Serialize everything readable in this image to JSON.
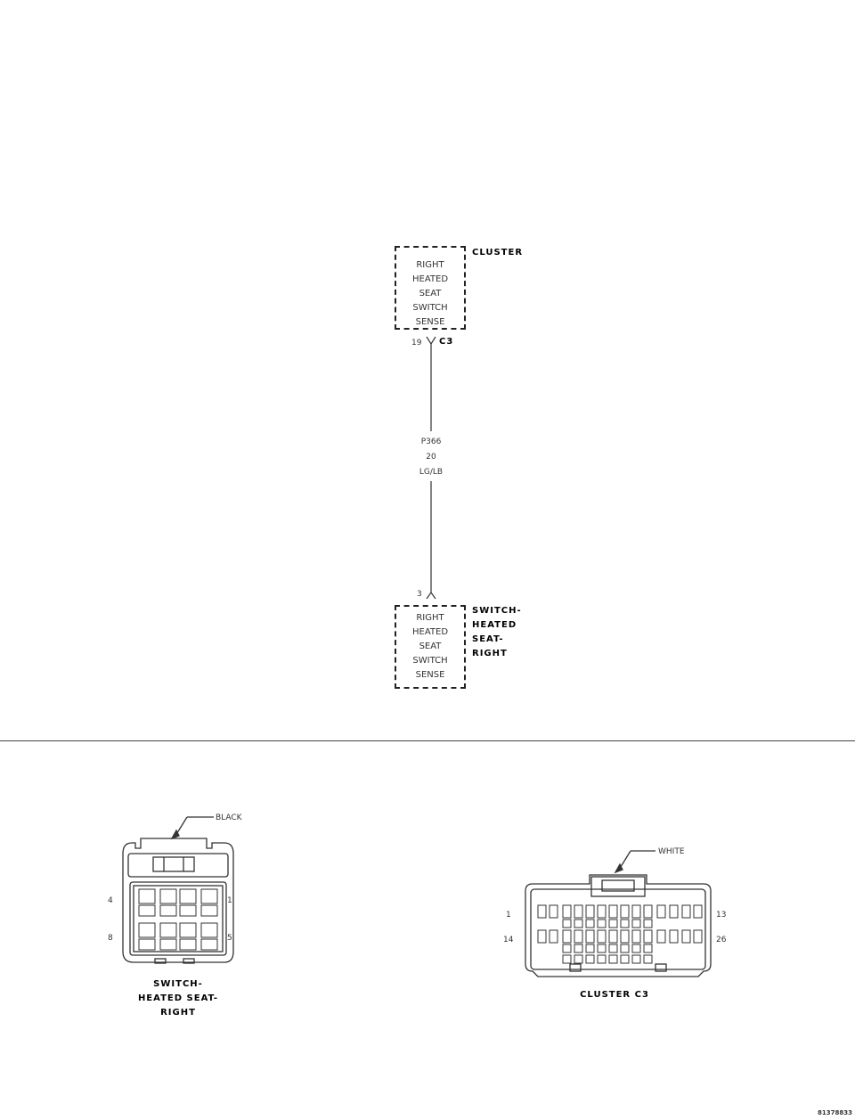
{
  "top_module": {
    "name": "CLUSTER",
    "lines": [
      "RIGHT",
      "HEATED",
      "SEAT",
      "SWITCH",
      "SENSE"
    ],
    "pin": "19",
    "connector": "C3"
  },
  "wire": {
    "circuit": "P366",
    "gauge": "20",
    "color": "LG/LB"
  },
  "bottom_module": {
    "name_lines": [
      "SWITCH-",
      "HEATED",
      "SEAT-",
      "RIGHT"
    ],
    "lines": [
      "RIGHT",
      "HEATED",
      "SEAT",
      "SWITCH",
      "SENSE"
    ],
    "pin": "3"
  },
  "connector_left": {
    "color_label": "BLACK",
    "pin_tl": "4",
    "pin_tr": "1",
    "pin_bl": "8",
    "pin_br": "5",
    "title_lines": [
      "SWITCH-",
      "HEATED SEAT-",
      "RIGHT"
    ]
  },
  "connector_right": {
    "color_label": "WHITE",
    "pin_tl": "1",
    "pin_tr": "13",
    "pin_bl": "14",
    "pin_br": "26",
    "title": "CLUSTER C3"
  },
  "figure_id": "81378833"
}
